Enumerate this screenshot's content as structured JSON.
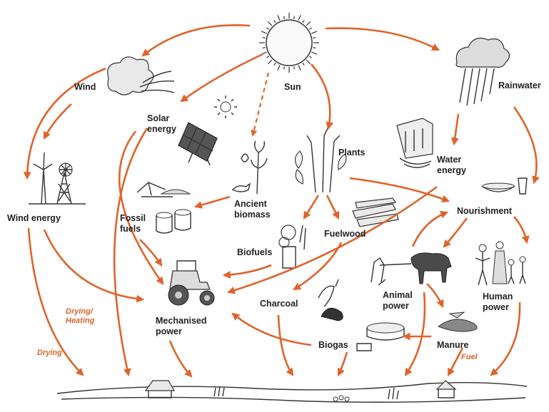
{
  "labels": {
    "sun": "Sun",
    "wind": "Wind",
    "rainwater": "Rainwater",
    "solar_energy": [
      "Solar",
      "energy"
    ],
    "water_energy": [
      "Water",
      "energy"
    ],
    "plants": "Plants",
    "wind_energy": "Wind energy",
    "ancient_biomass": [
      "Ancient",
      "biomass"
    ],
    "fossil_fuels": [
      "Fossil",
      "fuels"
    ],
    "nourishment": "Nourishment",
    "fuelwood": "Fuelwood",
    "biofuels": "Biofuels",
    "charcoal": "Charcoal",
    "mechanised_power": [
      "Mechanised",
      "power"
    ],
    "animal_power": [
      "Animal",
      "power"
    ],
    "human_power": [
      "Human",
      "power"
    ],
    "biogas": "Biogas",
    "manure": "Manure"
  },
  "notes": {
    "drying_heating": [
      "Drying/",
      "Heating"
    ],
    "drying": "Drying",
    "fuel": "Fuel"
  },
  "colors": {
    "arrow": "#e0632a",
    "ink": "#333333"
  }
}
